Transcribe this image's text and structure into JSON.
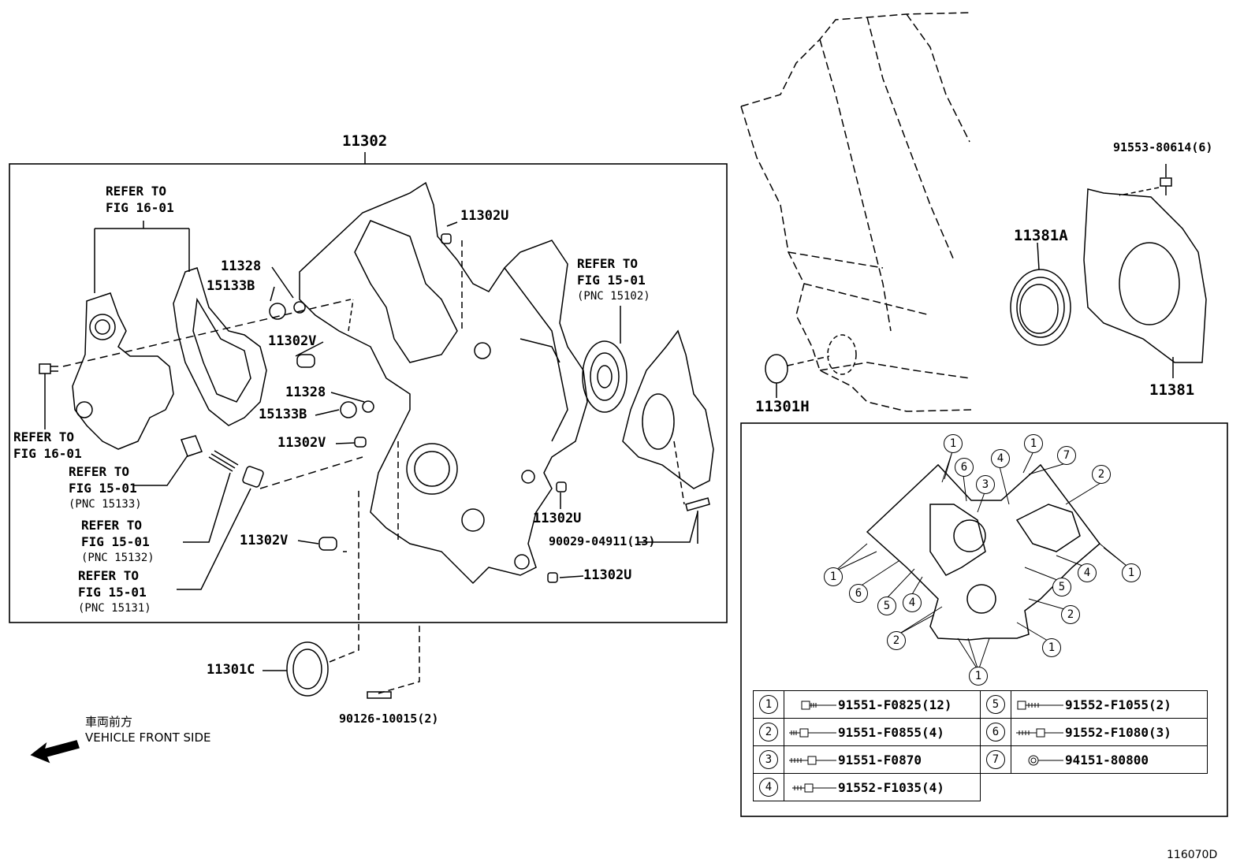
{
  "main_box": {
    "part": "11302"
  },
  "callouts": {
    "c11328_a": "11328",
    "c15133b_a": "15133B",
    "c11302v_a": "11302V",
    "c11328_b": "11328",
    "c15133b_b": "15133B",
    "c11302v_b": "11302V",
    "c11302v_c": "11302V",
    "c11302u_a": "11302U",
    "c11302u_b": "11302U",
    "c11302u_c": "11302U",
    "c11301c": "11301C",
    "c90126": "90126-10015(2)",
    "c90029": "90029-04911(13)",
    "c91553": "91553-80614(6)",
    "c11381a": "11381A",
    "c11381": "11381",
    "c11301h": "11301H"
  },
  "refs": {
    "r1": {
      "l1": "REFER TO",
      "l2": "FIG 16-01"
    },
    "r2": {
      "l1": "REFER TO",
      "l2": "FIG 16-01"
    },
    "r3": {
      "l1": "REFER TO",
      "l2": "FIG 15-01",
      "pnc": "(PNC 15133)"
    },
    "r4": {
      "l1": "REFER TO",
      "l2": "FIG 15-01",
      "pnc": "(PNC 15132)"
    },
    "r5": {
      "l1": "REFER TO",
      "l2": "FIG 15-01",
      "pnc": "(PNC 15131)"
    },
    "r6": {
      "l1": "REFER TO",
      "l2": "FIG 15-01",
      "pnc": "(PNC 15102)"
    }
  },
  "front": {
    "jp": "車両前方",
    "en": "VEHICLE FRONT SIDE"
  },
  "legend": [
    {
      "n": "1",
      "part": "91551-F0825(12)"
    },
    {
      "n": "2",
      "part": "91551-F0855(4)"
    },
    {
      "n": "3",
      "part": "91551-F0870"
    },
    {
      "n": "4",
      "part": "91552-F1035(4)"
    },
    {
      "n": "5",
      "part": "91552-F1055(2)"
    },
    {
      "n": "6",
      "part": "91552-F1080(3)"
    },
    {
      "n": "7",
      "part": "94151-80800"
    }
  ],
  "bolt_map": [
    "1",
    "6",
    "3",
    "4",
    "1",
    "7",
    "2",
    "1",
    "6",
    "5",
    "4",
    "5",
    "4",
    "1",
    "2",
    "2",
    "1",
    "1"
  ],
  "figure_id": "116070D"
}
